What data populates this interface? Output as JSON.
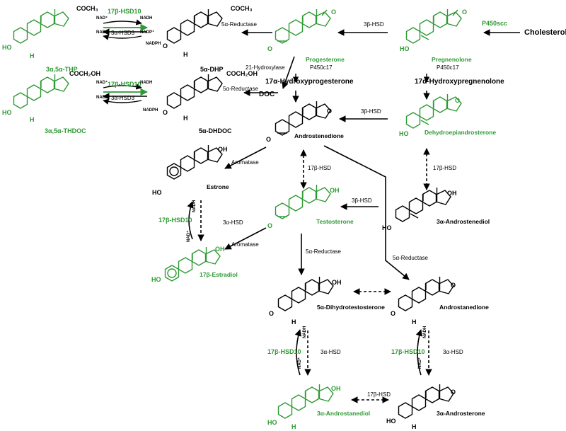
{
  "colors": {
    "green": "#2e9a33",
    "black": "#000000"
  },
  "compounds": {
    "thp": "3α,5α-THP",
    "dhp": "5α-DHP",
    "progesterone": "Progesterone",
    "pregnenolone": "Pregnenolone",
    "cholesterol": "Cholesterol",
    "thdoc": "3α,5α-THDOC",
    "dhdoc": "5α-DHDOC",
    "doc": "DOC",
    "ohprog": "17α-Hydroxyprogesterone",
    "ohpreg": "17α-Hydroxypregnenolone",
    "androstenedione": "Androstenedione",
    "dhea": "Dehydroepiandrosterone",
    "estrone": "Estrone",
    "testosterone": "Testosterone",
    "androstenediol": "3α-Androstenediol",
    "estradiol": "17β-Estradiol",
    "dht": "5α-Dihydrotestosterone",
    "androstanedione": "Androstanedione",
    "androstanediol": "3α-Androstanediol",
    "androsterone": "3α-Androsterone"
  },
  "enzymes": {
    "p450scc": "P450scc",
    "hsd3b": "3β-HSD",
    "red5a": "5α-Reductase",
    "hyd21": "21-Hydroxylase",
    "p450c17": "P450c17",
    "aromatase": "Aromatase",
    "hsd17b": "17β-HSD",
    "hsd3a": "3α-HSD",
    "hsd3a_short": "3α-HSD3",
    "hsd17b10": "17β-HSD10"
  },
  "cofactors": {
    "nad": "NAD⁺",
    "nadh": "NADH",
    "nadp": "NADP⁺",
    "nadph": "NADPH"
  },
  "atoms": {
    "coch3": "COCH₃",
    "coch2oh": "COCH₂OH",
    "oh": "OH",
    "ho": "HO",
    "o": "O",
    "h": "H"
  }
}
